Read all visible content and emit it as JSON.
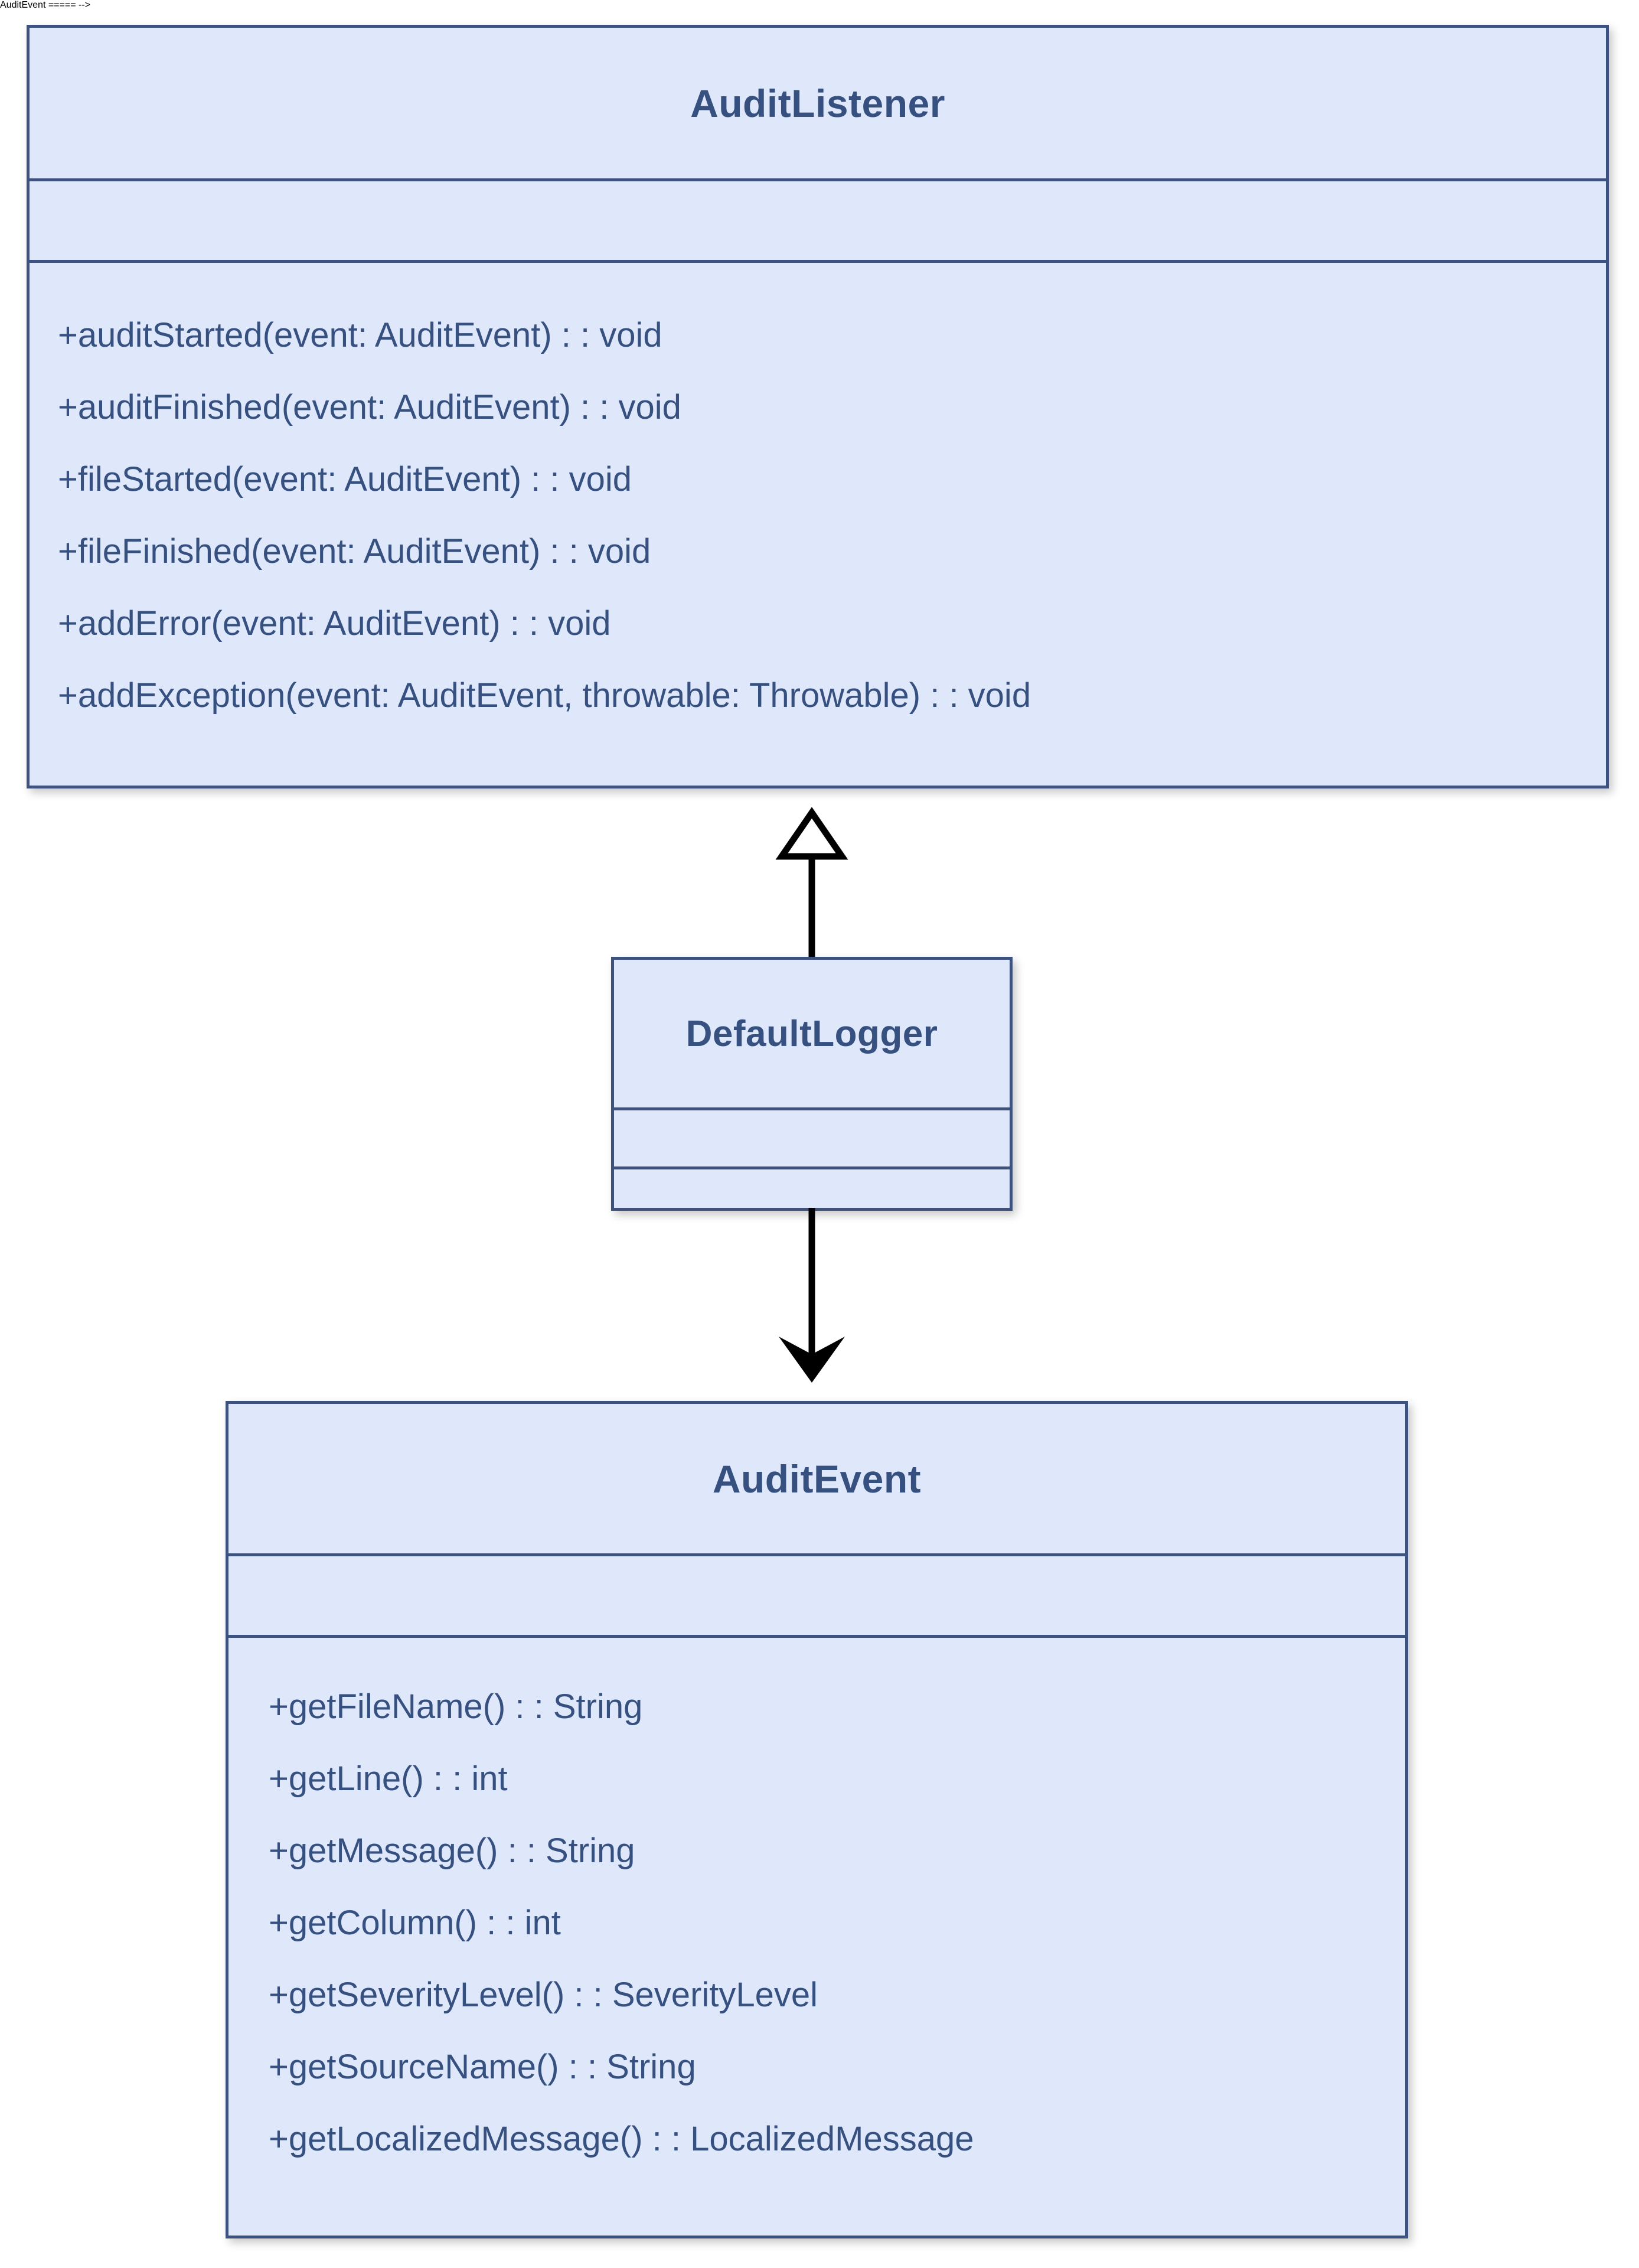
{
  "diagram": {
    "type": "uml-class-diagram",
    "background_color": "#ffffff",
    "box_fill_color": "#dfe7fb",
    "box_border_color": "#3d527f",
    "text_color": "#36507f",
    "connector_color": "#000000"
  },
  "classes": [
    {
      "id": "auditlistener",
      "name": "AuditListener",
      "attributes": [],
      "methods": [
        "+auditStarted(event: AuditEvent) : : void",
        "+auditFinished(event: AuditEvent) : : void",
        "+fileStarted(event: AuditEvent) : : void",
        "+fileFinished(event: AuditEvent) : : void",
        "+addError(event: AuditEvent) : : void",
        "+addException(event: AuditEvent, throwable: Throwable) : : void"
      ]
    },
    {
      "id": "defaultlogger",
      "name": "DefaultLogger",
      "attributes": [],
      "methods": []
    },
    {
      "id": "auditevent",
      "name": "AuditEvent",
      "attributes": [],
      "methods": [
        "+getFileName() : : String",
        "+getLine() : : int",
        "+getMessage() : : String",
        "+getColumn() : : int",
        "+getSeverityLevel() : : SeverityLevel",
        "+getSourceName() : : String",
        "+getLocalizedMessage() : : LocalizedMessage"
      ]
    }
  ],
  "relationships": [
    {
      "id": "inherit",
      "kind": "generalization",
      "from": "DefaultLogger",
      "to": "AuditListener",
      "arrowhead": "hollow-triangle",
      "line_style": "solid",
      "direction": "up"
    },
    {
      "id": "depend",
      "kind": "dependency",
      "from": "DefaultLogger",
      "to": "AuditEvent",
      "arrowhead": "filled-barb",
      "line_style": "solid",
      "direction": "down"
    }
  ]
}
